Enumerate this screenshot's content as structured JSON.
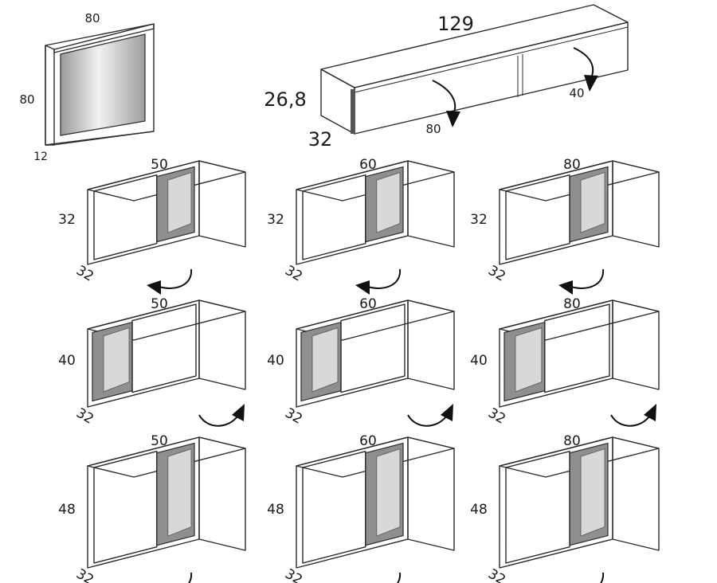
{
  "mirror": {
    "width": "80",
    "height": "80",
    "depth": "12"
  },
  "tv_unit": {
    "width": "129",
    "height": "26,8",
    "depth": "32",
    "door_left": "80",
    "door_right": "40"
  },
  "cabinets": [
    {
      "width": "50",
      "height": "32",
      "depth": "32",
      "door": "left"
    },
    {
      "width": "60",
      "height": "32",
      "depth": "32",
      "door": "left"
    },
    {
      "width": "80",
      "height": "32",
      "depth": "32",
      "door": "left"
    },
    {
      "width": "50",
      "height": "40",
      "depth": "32",
      "door": "right"
    },
    {
      "width": "60",
      "height": "40",
      "depth": "32",
      "door": "right"
    },
    {
      "width": "80",
      "height": "40",
      "depth": "32",
      "door": "right"
    },
    {
      "width": "50",
      "height": "48",
      "depth": "32",
      "door": "left"
    },
    {
      "width": "60",
      "height": "48",
      "depth": "32",
      "door": "left"
    },
    {
      "width": "80",
      "height": "48",
      "depth": "32",
      "door": "left"
    }
  ]
}
